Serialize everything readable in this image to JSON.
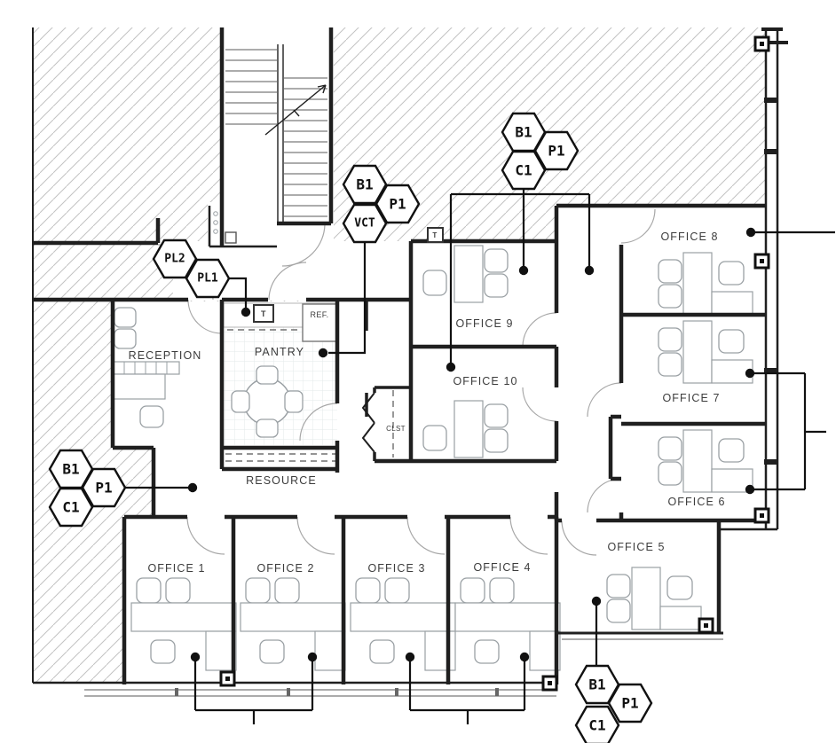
{
  "drawing": {
    "kind": "architectural floor plan",
    "colors": {
      "background": "#ffffff",
      "wall": "#1f1f1f",
      "hatch": "#c2c2c2",
      "furniture": "#9aa0a4",
      "leader": "#111111",
      "pantry_tile": "#e3e8ea"
    }
  },
  "rooms": {
    "reception": "RECEPTION",
    "pantry": "PANTRY",
    "resource": "RESOURCE",
    "closet": "CLST",
    "office1": "OFFICE 1",
    "office2": "OFFICE 2",
    "office3": "OFFICE 3",
    "office4": "OFFICE 4",
    "office5": "OFFICE 5",
    "office6": "OFFICE 6",
    "office7": "OFFICE 7",
    "office8": "OFFICE 8",
    "office9": "OFFICE 9",
    "office10": "OFFICE 10"
  },
  "fixtures": {
    "refrigerator": "REF.",
    "thermostat": "T"
  },
  "finish_tags": {
    "stair_cluster": {
      "top": "B1",
      "right": "P1",
      "bottom": "VCT"
    },
    "office9_cluster": {
      "top": "B1",
      "right": "P1",
      "bottom": "C1"
    },
    "entry_tag_upper": "PL2",
    "entry_tag_lower": "PL1",
    "corridor_cluster": {
      "top": "B1",
      "right": "P1",
      "bottom": "C1"
    },
    "office5_cluster": {
      "top": "B1",
      "right": "P1",
      "bottom": "C1"
    }
  }
}
